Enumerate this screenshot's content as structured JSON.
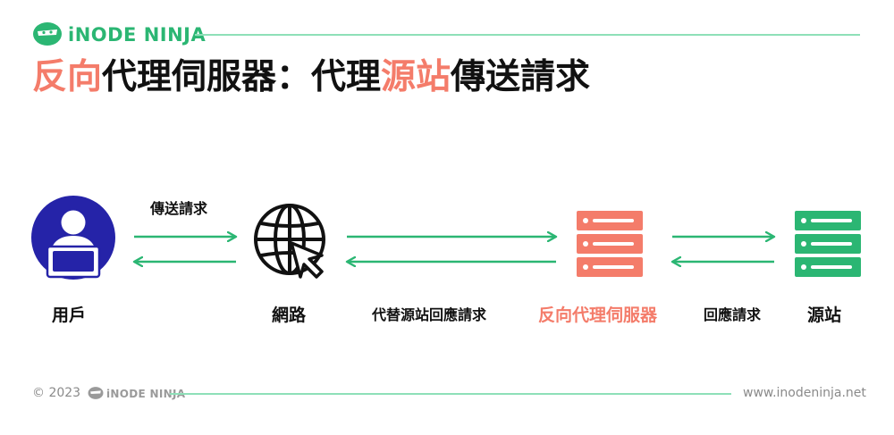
{
  "brand": {
    "name": "iNODE NINJA"
  },
  "title": {
    "part1": "反向",
    "part2": "代理伺服器：代理",
    "part3": "源站",
    "part4": "傳送請求"
  },
  "nodes": {
    "user": "用戶",
    "network": "網路",
    "proxy": "反向代理伺服器",
    "origin": "源站"
  },
  "edges": {
    "user_network": "傳送請求",
    "network_proxy": "代替源站回應請求",
    "proxy_origin": "回應請求"
  },
  "footer": {
    "copyright": "© 2023",
    "brand": "iNODE NINJA",
    "url": "www.inodeninja.net"
  },
  "colors": {
    "accent": "#f47c6a",
    "green": "#2bb673",
    "navy": "#2523a8",
    "dark": "#111111"
  }
}
